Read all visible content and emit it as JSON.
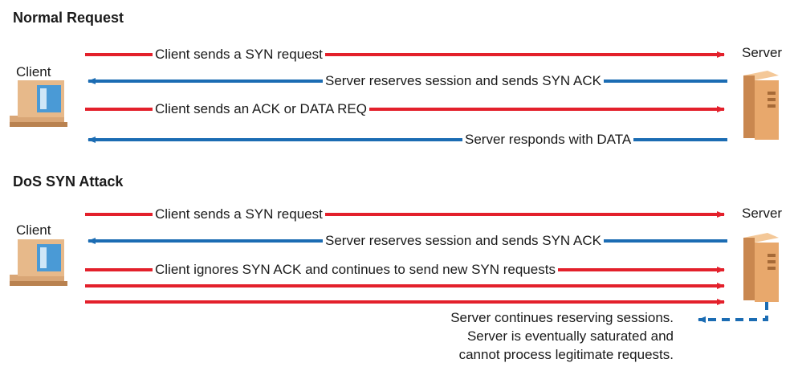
{
  "sections": [
    {
      "title": "Normal Request",
      "client_label": "Client",
      "server_label": "Server",
      "messages": [
        {
          "text": "Client sends a SYN request",
          "direction": "to-server",
          "color": "#e3202b"
        },
        {
          "text": "Server reserves session and sends SYN ACK",
          "direction": "to-client",
          "color": "#1b6cb3"
        },
        {
          "text": "Client sends an ACK or DATA REQ",
          "direction": "to-server",
          "color": "#e3202b"
        },
        {
          "text": "Server responds with DATA",
          "direction": "to-client",
          "color": "#1b6cb3"
        }
      ]
    },
    {
      "title": "DoS SYN Attack",
      "client_label": "Client",
      "server_label": "Server",
      "messages": [
        {
          "text": "Client sends a SYN request",
          "direction": "to-server",
          "color": "#e3202b"
        },
        {
          "text": "Server reserves session and sends SYN ACK",
          "direction": "to-client",
          "color": "#1b6cb3"
        },
        {
          "text": "Client ignores SYN ACK and continues to send new SYN requests",
          "direction": "to-server",
          "color": "#e3202b"
        },
        {
          "text": "",
          "direction": "to-server",
          "color": "#e3202b"
        },
        {
          "text": "",
          "direction": "to-server",
          "color": "#e3202b"
        }
      ],
      "note_lines": [
        "Server continues reserving sessions.",
        "Server is eventually saturated and",
        "cannot process legitimate requests."
      ]
    }
  ],
  "colors": {
    "request": "#e3202b",
    "response": "#1b6cb3",
    "server_body": "#e8a86c",
    "client_body": "#e7b98a",
    "client_screen": "#4a9ad6"
  }
}
